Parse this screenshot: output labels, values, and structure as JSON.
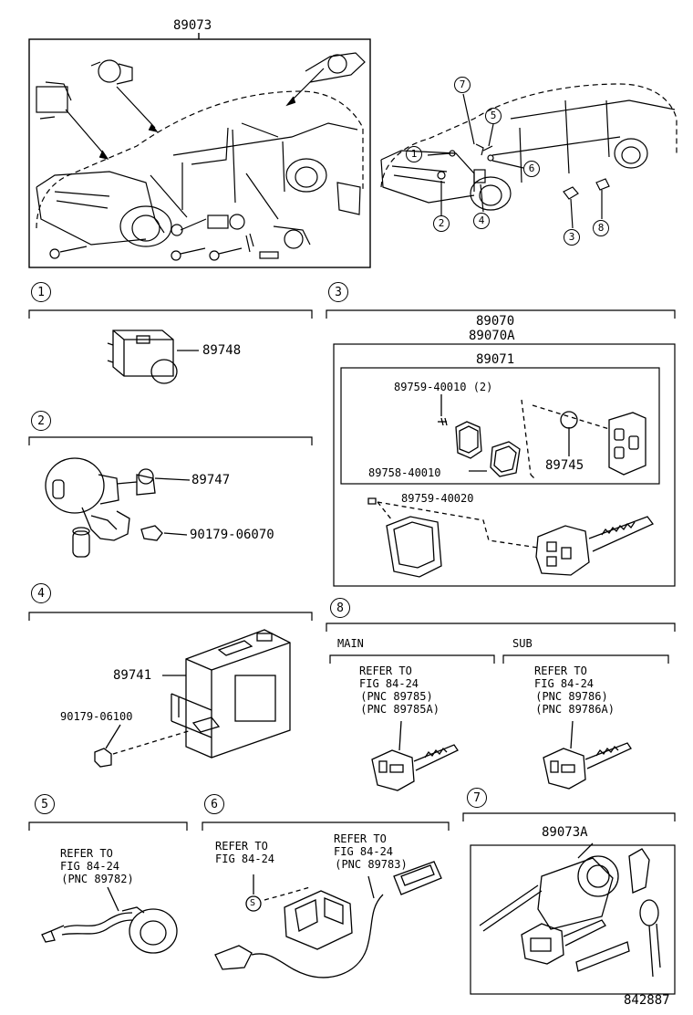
{
  "top_part_number": "89073",
  "callouts_right": [
    "7",
    "5",
    "1",
    "6",
    "2",
    "4",
    "3",
    "8"
  ],
  "sections": {
    "s1": {
      "num": "1",
      "parts": [
        "89748"
      ]
    },
    "s2": {
      "num": "2",
      "parts": [
        "89747",
        "90179-06070"
      ]
    },
    "s3": {
      "num": "3",
      "header1": "89070",
      "header2": "89070A",
      "inner": "89071",
      "parts": [
        "89759-40010 (2)",
        "89758-40010",
        "89745",
        "89759-40020"
      ]
    },
    "s4": {
      "num": "4",
      "parts": [
        "89741",
        "90179-06100"
      ]
    },
    "s5": {
      "num": "5",
      "refer": [
        "REFER TO",
        "FIG 84-24",
        " (PNC 89782)"
      ]
    },
    "s6": {
      "num": "6",
      "refer_a": [
        "REFER TO",
        "FIG 84-24"
      ],
      "refer_b": [
        "REFER TO",
        "FIG 84-24",
        " (PNC 89783)"
      ],
      "mark": "S"
    },
    "s7": {
      "num": "7",
      "parts": [
        "89073A"
      ]
    },
    "s8": {
      "num": "8",
      "main_label": "MAIN",
      "sub_label": "SUB",
      "main_refer": [
        "REFER TO",
        "FIG 84-24",
        " (PNC 89785)",
        " (PNC 89785A)"
      ],
      "sub_refer": [
        "REFER TO",
        "FIG 84-24",
        " (PNC 89786)",
        " (PNC 89786A)"
      ]
    }
  },
  "figure_id": "842887"
}
